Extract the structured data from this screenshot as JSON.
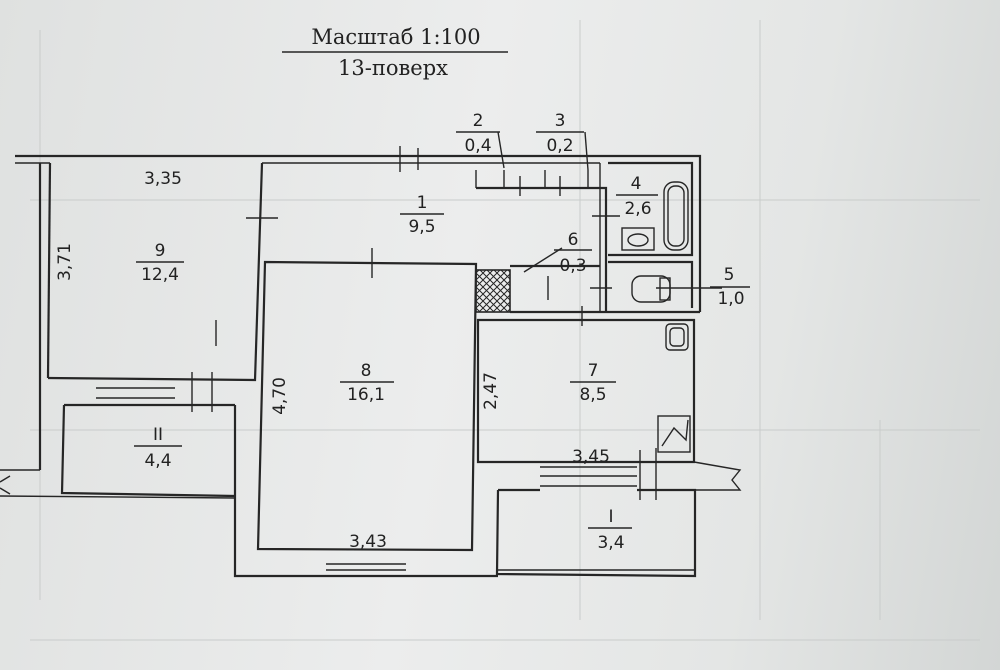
{
  "title": {
    "scale": "Масштаб 1:100",
    "floor": "13-поверх"
  },
  "rooms": [
    {
      "id": "r1",
      "number": "1",
      "area": "9,5"
    },
    {
      "id": "r2",
      "number": "2",
      "area": "0,4"
    },
    {
      "id": "r3",
      "number": "3",
      "area": "0,2"
    },
    {
      "id": "r4",
      "number": "4",
      "area": "2,6"
    },
    {
      "id": "r5",
      "number": "5",
      "area": "1,0"
    },
    {
      "id": "r6",
      "number": "6",
      "area": "0,3"
    },
    {
      "id": "r7",
      "number": "7",
      "area": "8,5"
    },
    {
      "id": "r8",
      "number": "8",
      "area": "16,1"
    },
    {
      "id": "r9",
      "number": "9",
      "area": "12,4"
    },
    {
      "id": "balcony1",
      "number": "I",
      "area": "3,4"
    },
    {
      "id": "balcony2",
      "number": "II",
      "area": "4,4"
    }
  ],
  "dimensions": {
    "room9_width": "3,35",
    "room9_depth": "3,71",
    "room8_depth": "4,70",
    "room8_width": "3,43",
    "room7_depth": "2,47",
    "room7_width": "3,45"
  }
}
